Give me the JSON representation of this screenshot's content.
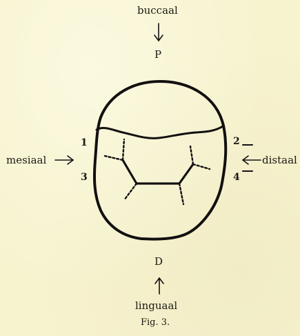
{
  "diagram": {
    "labels": {
      "top": "buccaal",
      "bottom": "linguaal",
      "left": "mesiaal",
      "right": "distaal",
      "top_letter": "P",
      "bottom_letter": "D"
    },
    "corner_numbers": {
      "upper_left": "1",
      "upper_right": "2",
      "lower_left": "3",
      "lower_right": "4"
    },
    "caption": "Fig. 3."
  }
}
